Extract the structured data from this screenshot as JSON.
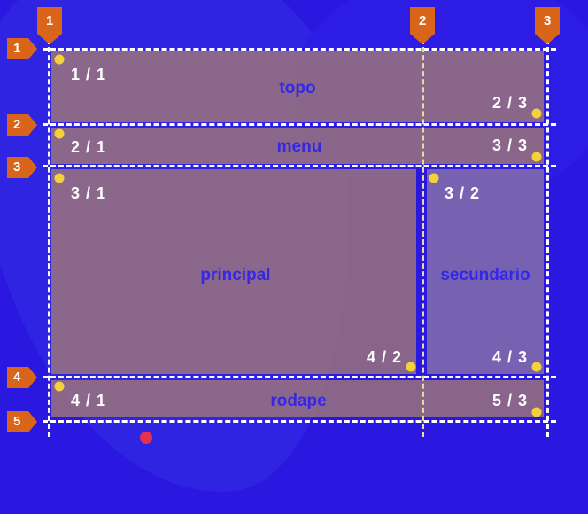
{
  "colors": {
    "background": "#2a17e0",
    "area_fill": "#a07678",
    "area_label": "#3527e8",
    "marker": "#d8651a",
    "dot": "#f2d13c",
    "gridline": "#ffffff"
  },
  "column_markers": [
    "1",
    "2",
    "3"
  ],
  "row_markers": [
    "1",
    "2",
    "3",
    "4",
    "5"
  ],
  "areas": [
    {
      "name": "topo",
      "start": "1 / 1",
      "end": "2 / 3"
    },
    {
      "name": "menu",
      "start": "2 / 1",
      "end": "3 / 3"
    },
    {
      "name": "principal",
      "start": "3 / 1",
      "end": "4 / 2"
    },
    {
      "name": "secundario",
      "start": "3 / 2",
      "end": "4 / 3"
    },
    {
      "name": "rodape",
      "start": "4 / 1",
      "end": "5 / 3"
    }
  ]
}
